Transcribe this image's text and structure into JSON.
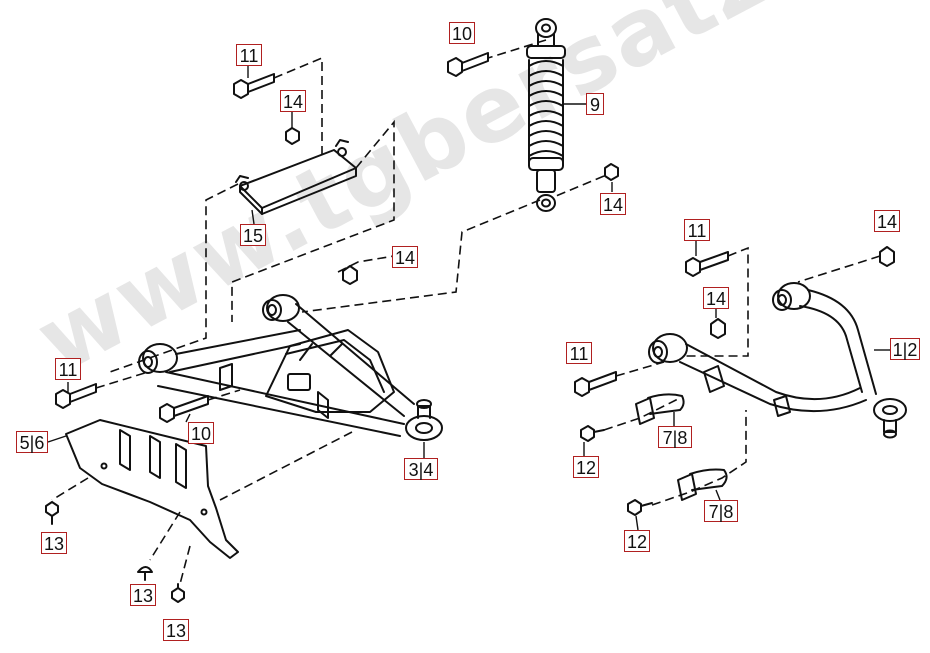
{
  "watermark": {
    "text": "www.tgbersatzteile.de"
  },
  "callouts": {
    "c1": "11",
    "c2": "14",
    "c3": "15",
    "c4": "10",
    "c5": "9",
    "c6": "14",
    "c7": "14",
    "c8": "11",
    "c9": "10",
    "c10": "5|6",
    "c11": "3|4",
    "c12": "13",
    "c13": "13",
    "c14": "13",
    "c15": "14",
    "c16": "11",
    "c17": "14",
    "c18": "11",
    "c19": "1|2",
    "c20": "7|8",
    "c21": "12",
    "c22": "7|8",
    "c23": "12"
  },
  "colors": {
    "callout_border": "#b02020",
    "line": "#111111",
    "watermark": "#e6e6e6"
  }
}
